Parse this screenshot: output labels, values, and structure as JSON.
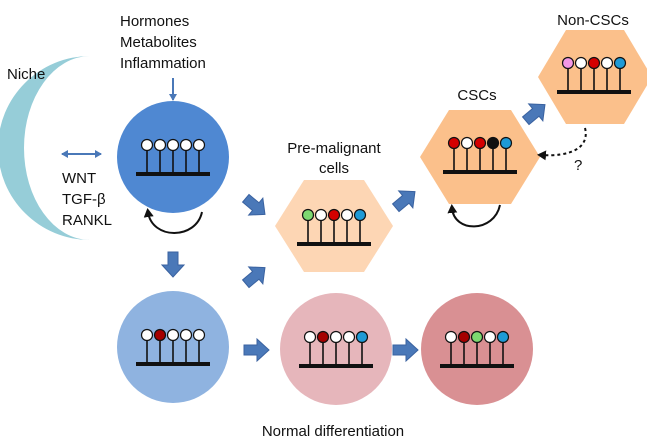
{
  "labels": {
    "niche": "Niche",
    "signals_above": [
      "Hormones",
      "Metabolites",
      "Inflammation"
    ],
    "signals_niche": [
      "WNT",
      "TGF-β",
      "RANKL"
    ],
    "premalignant": [
      "Pre-malignant",
      "cells"
    ],
    "cscs": "CSCs",
    "non_cscs": "Non-CSCs",
    "question": "?",
    "normal_differentiation": "Normal differentiation"
  },
  "colors": {
    "niche": "#96cdd8",
    "stem_cell": "#4f88d2",
    "progenitor": "#8fb3e0",
    "diff_1": "#e6b6bb",
    "diff_2": "#d99093",
    "premalignant": "#fdd6b4",
    "cscs": "#fbc08b",
    "non_cscs": "#fbc08b",
    "arrow": "#4a78b8",
    "red": "#d40000",
    "dark_red": "#a50000",
    "green": "#7dd870",
    "blue": "#1e9ad6",
    "pink": "#f398e6",
    "black": "#111111",
    "white": "#ffffff"
  },
  "cells": {
    "stem": {
      "shape": "circle",
      "markers": [
        "white",
        "white",
        "white",
        "white",
        "white"
      ]
    },
    "progenitor": {
      "shape": "circle",
      "markers": [
        "white",
        "dark_red",
        "white",
        "white",
        "white"
      ]
    },
    "differentiated_1": {
      "shape": "circle",
      "markers": [
        "white",
        "dark_red",
        "white",
        "white",
        "blue"
      ]
    },
    "differentiated_2": {
      "shape": "circle",
      "markers": [
        "white",
        "dark_red",
        "green",
        "white",
        "blue"
      ]
    },
    "premalignant": {
      "shape": "hexagon",
      "markers": [
        "green",
        "white",
        "red",
        "white",
        "blue"
      ]
    },
    "cscs": {
      "shape": "hexagon",
      "markers": [
        "red",
        "white",
        "red",
        "black",
        "blue"
      ]
    },
    "non_cscs": {
      "shape": "hexagon",
      "markers": [
        "pink",
        "white",
        "red",
        "white",
        "blue"
      ]
    }
  }
}
